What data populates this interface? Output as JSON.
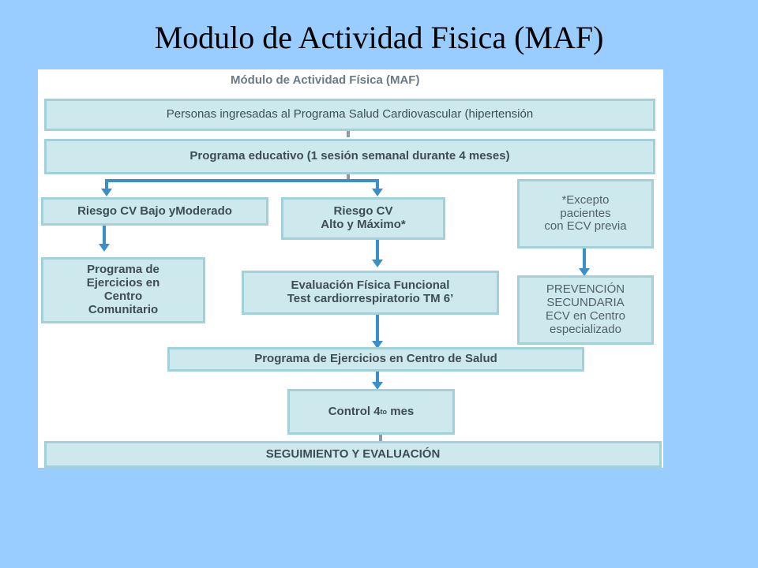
{
  "slide": {
    "title": "Modulo de Actividad Fisica (MAF)"
  },
  "diagram": {
    "title": "Módulo de Actividad Física (MAF)",
    "nodes": {
      "personas": "Personas ingresadas al Programa Salud Cardiovascular (hipertensión",
      "educativo": "Programa educativo (1 sesión semanal durante 4 meses)",
      "riesgo_bajo": "Riesgo CV Bajo yModerado",
      "riesgo_alto": "Riesgo CV\nAlto y Máximo*",
      "excepto": "*Excepto\npacientes\ncon ECV previa",
      "prog_comunitario": "Programa de\nEjercicios en\nCentro\nComunitario",
      "evaluacion": "Evaluación Física Funcional\nTest cardiorrespiratorio TM 6’",
      "prevencion": "PREVENCIÓN\nSECUNDARIA\nECV en Centro\nespecializado",
      "prog_salud": "Programa de Ejercicios en Centro de Salud",
      "control": "Control 4",
      "control_sup": "to",
      "control_end": " mes",
      "seguimiento": "SEGUIMIENTO  Y  EVALUACIÓN"
    }
  }
}
